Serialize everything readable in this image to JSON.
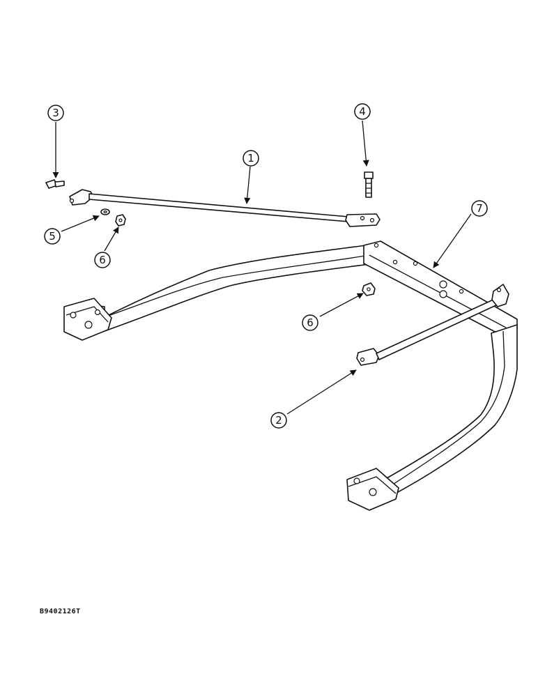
{
  "callouts": [
    {
      "label": "1"
    },
    {
      "label": "2"
    },
    {
      "label": "3"
    },
    {
      "label": "4"
    },
    {
      "label": "5"
    },
    {
      "label": "6"
    },
    {
      "label": "6"
    },
    {
      "label": "7"
    }
  ],
  "reference_code": "B9402126T"
}
